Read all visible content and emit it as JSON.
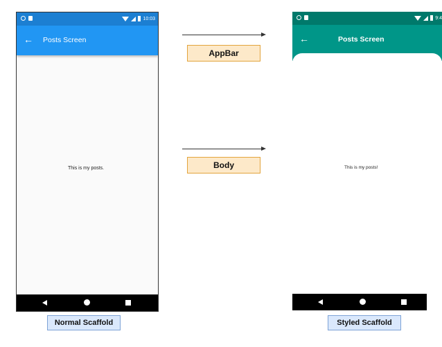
{
  "colors": {
    "normal_appbar": "#2196f3",
    "normal_status": "#1c7fd2",
    "styled_appbar": "#009688",
    "styled_status": "#00796b",
    "tag_fill": "#fde9c9",
    "tag_border": "#e2a43c",
    "caption_fill": "#dae8fc",
    "caption_border": "#7da3d6"
  },
  "left_phone": {
    "status_time": "10:03",
    "appbar_title": "Posts Screen",
    "back_icon": "←",
    "body_text": "This is my posts.",
    "caption": "Normal Scaffold"
  },
  "right_phone": {
    "status_time": "9:4",
    "appbar_title": "Posts Screen",
    "back_icon": "←",
    "body_text": "This is my posts!",
    "caption": "Styled Scaffold"
  },
  "labels": {
    "appbar": "AppBar",
    "body": "Body"
  },
  "icons": [
    "settings-icon",
    "sim-icon",
    "wifi-icon",
    "signal-icon",
    "battery-icon",
    "back-arrow-icon",
    "nav-back-icon",
    "nav-home-icon",
    "nav-recent-icon",
    "arrow-icon"
  ]
}
